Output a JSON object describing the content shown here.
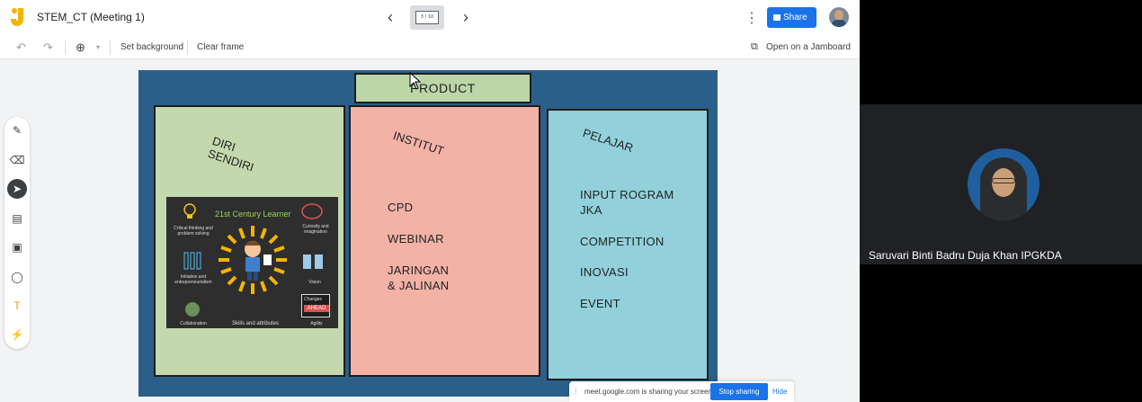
{
  "header": {
    "doc_title": "STEM_CT (Meeting 1)",
    "frame_counter": "3 / 10",
    "share_label": "Share"
  },
  "toolbar": {
    "set_background": "Set background",
    "clear_frame": "Clear frame",
    "open_on_jamboard": "Open on a Jamboard"
  },
  "board": {
    "product": "PRODUCT",
    "col1": {
      "title_line1": "DIRI",
      "title_line2": "SENDIRI"
    },
    "col2": {
      "title": "INSTITUT",
      "items": [
        "CPD",
        "WEBINAR",
        "JARINGAN",
        "& JALINAN"
      ]
    },
    "col3": {
      "title": "PELAJAR",
      "items": [
        "INPUT ROGRAM",
        "JKA",
        "COMPETITION",
        "INOVASI",
        "EVENT"
      ]
    },
    "infographic": {
      "title": "21st Century Learner",
      "labels": [
        "Critical thinking and problem solving",
        "Curiosity and imagination",
        "Initiative and entrepreneurialism",
        "Vision",
        "Collaboration",
        "Skills and attributes",
        "Agility",
        "Changes",
        "AHEAD"
      ]
    }
  },
  "screen_share_bar": {
    "message": "meet.google.com is sharing your screen.",
    "stop_label": "Stop sharing",
    "hide_label": "Hide"
  },
  "meet": {
    "participant_name": "Saruvari Binti Badru Duja Khan IPGKDA"
  },
  "colors": {
    "accent": "#1a73e8",
    "canvas_bg": "#2a5f8a",
    "green": "#c3d9ad",
    "salmon": "#f2b2a6",
    "cyan": "#92d1dc"
  },
  "icons": [
    "jamboard-logo-icon",
    "chevron-left-icon",
    "chevron-right-icon",
    "more-vert-icon",
    "undo-icon",
    "redo-icon",
    "zoom-icon",
    "pen-icon",
    "eraser-icon",
    "select-icon",
    "sticky-note-icon",
    "image-icon",
    "circle-icon",
    "text-box-icon",
    "laser-icon",
    "open-external-icon"
  ]
}
